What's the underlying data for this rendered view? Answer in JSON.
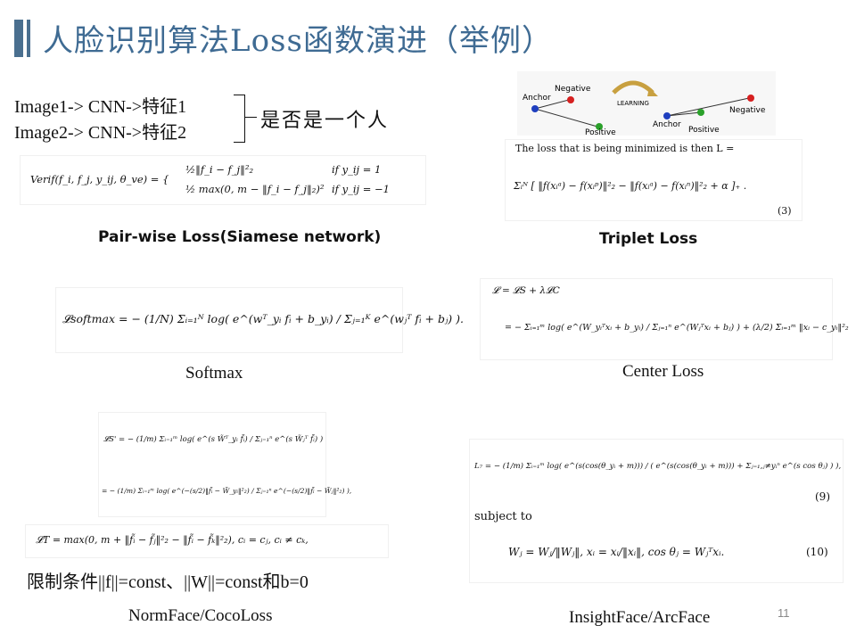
{
  "slide": {
    "title": "人脸识别算法Loss函数演进（举例）",
    "page_number": "11",
    "accent_color": "#3f6b93"
  },
  "intro": {
    "line1": "Image1-> CNN->特征1",
    "line2": "Image2-> CNN->特征2",
    "conclusion": "是否是一个人"
  },
  "verif": {
    "lhs": "Verif(f_i, f_j, y_ij, θ_ve) = {",
    "case1": "½‖f_i − f_j‖²₂",
    "case1_cond": "if y_ij = 1",
    "case2": "½ max(0, m − ‖f_i − f_j‖₂)²",
    "case2_cond": "if y_ij = −1",
    "caption": "Pair-wise Loss(Siamese network)"
  },
  "triplet": {
    "labels": [
      "Negative",
      "Anchor",
      "Positive",
      "LEARNING",
      "Anchor",
      "Negative",
      "Positive"
    ],
    "intro_text": "The loss that is being minimized is then L =",
    "formula": "Σᵢᴺ [ ‖f(xᵢᵃ) − f(xᵢᵖ)‖²₂ − ‖f(xᵢᵃ) − f(xᵢⁿ)‖²₂ + α ]₊ .",
    "eq_number": "(3)",
    "caption": "Triplet Loss"
  },
  "softmax": {
    "formula": "𝓛softmax = − (1/N) Σᵢ₌₁ᴺ log( e^(wᵀ_yᵢ fᵢ + b_yᵢ) / Σⱼ₌₁ᴷ e^(wⱼᵀ fᵢ + bⱼ) ).",
    "caption": "Softmax"
  },
  "center": {
    "line1": "𝓛 = 𝓛S + λ𝓛C",
    "line2": "= − Σᵢ₌₁ᵐ log( e^(W_yᵢᵀxᵢ + b_yᵢ) / Σⱼ₌₁ⁿ e^(Wⱼᵀxᵢ + bⱼ) ) + (λ/2) Σᵢ₌₁ᵐ ‖xᵢ − c_yᵢ‖²₂",
    "caption": "Center Loss"
  },
  "normface": {
    "line1": "𝓛S' = − (1/m) Σᵢ₌₁ᵐ log( e^(s W̃ᵀ_yᵢ f̃ᵢ) / Σⱼ₌₁ⁿ e^(s W̃ⱼᵀ f̃ᵢ) )",
    "line2": "= − (1/m) Σᵢ₌₁ᵐ log( e^(−(s/2)‖f̃ᵢ − W̃_yᵢ‖²₂) / Σⱼ₌₁ⁿ e^(−(s/2)‖f̃ᵢ − W̃ⱼ‖²₂) ),",
    "triplet_line": "𝓛T = max(0, m + ‖f̃ᵢ − f̃ⱼ‖²₂ − ‖f̃ᵢ − f̃ₖ‖²₂),   cᵢ = cⱼ, cᵢ ≠ cₖ,",
    "condition": "限制条件||f||=const、||W||=const和b=0",
    "caption": "NormFace/CocoLoss"
  },
  "arcface": {
    "line1": "L₇ = − (1/m) Σᵢ₌₁ᵐ log( e^(s(cos(θ_yᵢ + m))) / ( e^(s(cos(θ_yᵢ + m))) + Σⱼ₌₁,ⱼ≠yᵢⁿ e^(s cos θⱼ) ) ),",
    "eq9": "(9)",
    "subject": "subject to",
    "line2": "Wⱼ = Wⱼ/‖Wⱼ‖, xᵢ = xᵢ/‖xᵢ‖, cos θⱼ = Wⱼᵀxᵢ.",
    "eq10": "(10)",
    "caption": "InsightFace/ArcFace"
  }
}
